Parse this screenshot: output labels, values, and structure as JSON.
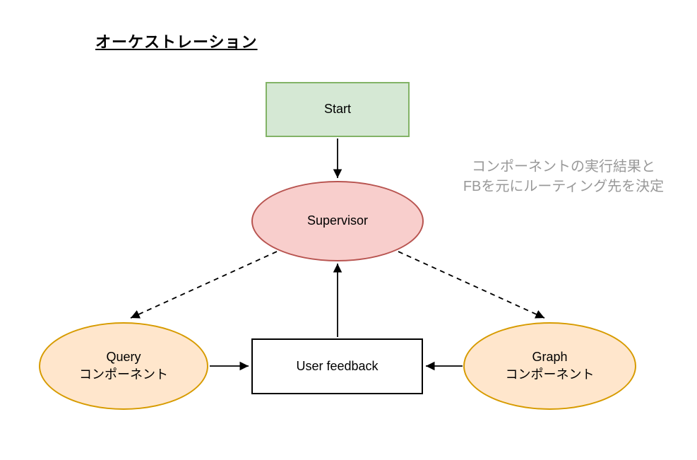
{
  "diagram": {
    "title": "オーケストレーション",
    "annotation": "コンポーネントの実行結果と\nFBを元にルーティング先を決定",
    "nodes": {
      "start": {
        "label": "Start",
        "shape": "rectangle",
        "fill": "#d5e8d4",
        "border": "#82b366"
      },
      "supervisor": {
        "label": "Supervisor",
        "shape": "ellipse",
        "fill": "#f8cecc",
        "border": "#b85450"
      },
      "query": {
        "label": "Query\nコンポーネント",
        "shape": "ellipse",
        "fill": "#ffe6cc",
        "border": "#d79b00"
      },
      "graph": {
        "label": "Graph\nコンポーネント",
        "shape": "ellipse",
        "fill": "#ffe6cc",
        "border": "#d79b00"
      },
      "user_feedback": {
        "label": "User feedback",
        "shape": "rectangle",
        "fill": "#ffffff",
        "border": "#000000"
      }
    },
    "edges": [
      {
        "from": "start",
        "to": "supervisor",
        "style": "solid"
      },
      {
        "from": "supervisor",
        "to": "query",
        "style": "dashed"
      },
      {
        "from": "supervisor",
        "to": "graph",
        "style": "dashed"
      },
      {
        "from": "user_feedback",
        "to": "supervisor",
        "style": "solid"
      },
      {
        "from": "query",
        "to": "user_feedback",
        "style": "solid"
      },
      {
        "from": "graph",
        "to": "user_feedback",
        "style": "solid"
      }
    ],
    "colors": {
      "annotation_text": "#999999",
      "edge_stroke": "#000000",
      "background": "#ffffff"
    }
  }
}
